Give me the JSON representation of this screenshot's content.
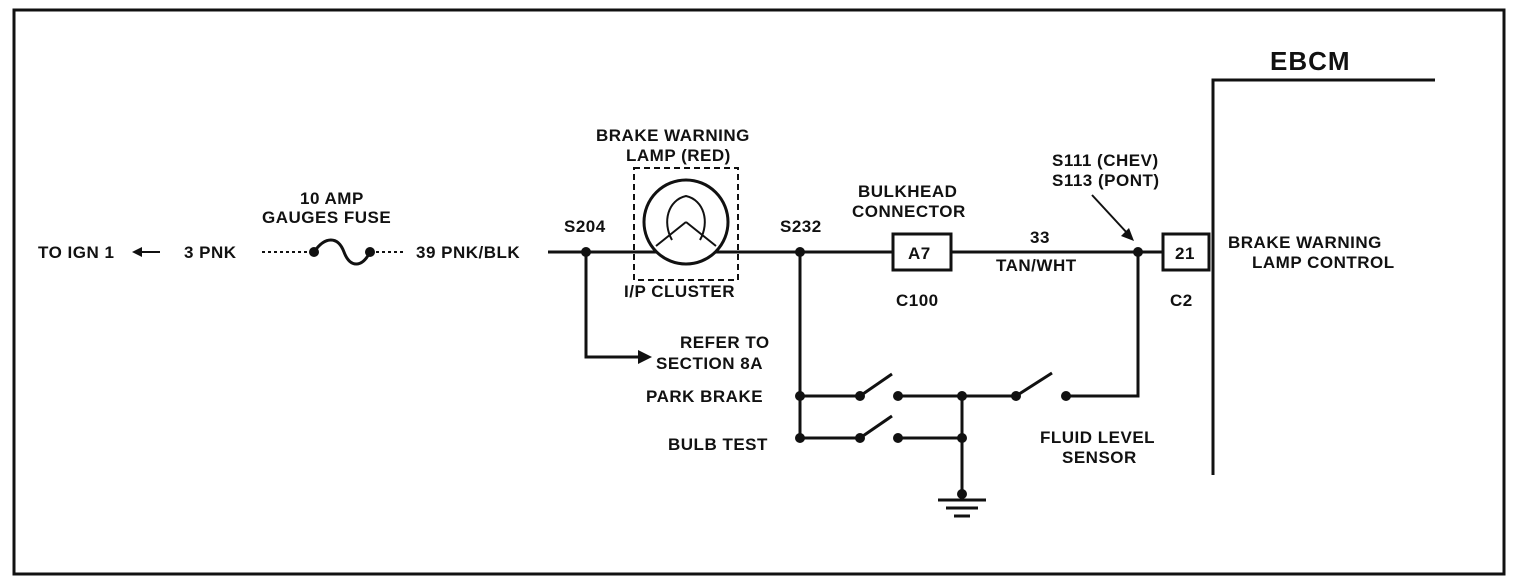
{
  "ebcm": {
    "title": "EBCM"
  },
  "labels": {
    "to_ign": "TO IGN 1",
    "wire_3pnk": "3 PNK",
    "fuse_line1": "10 AMP",
    "fuse_line2": "GAUGES FUSE",
    "wire_39": "39 PNK/BLK",
    "splice_s204": "S204",
    "lamp_line1": "BRAKE WARNING",
    "lamp_line2": "LAMP (RED)",
    "cluster": "I/P CLUSTER",
    "splice_s232": "S232",
    "bulkhead_line1": "BULKHEAD",
    "bulkhead_line2": "CONNECTOR",
    "pin_a7": "A7",
    "c100": "C100",
    "wire_33": "33",
    "wire_tanwht": "TAN/WHT",
    "splice_line1": "S111 (CHEV)",
    "splice_line2": "S113 (PONT)",
    "pin_21": "21",
    "c2": "C2",
    "bwlc_line1": "BRAKE WARNING",
    "bwlc_line2": "LAMP CONTROL",
    "refer_line1": "REFER TO",
    "refer_line2": "SECTION 8A",
    "park_brake": "PARK BRAKE",
    "bulb_test": "BULB TEST",
    "fluid_line1": "FLUID LEVEL",
    "fluid_line2": "SENSOR"
  }
}
